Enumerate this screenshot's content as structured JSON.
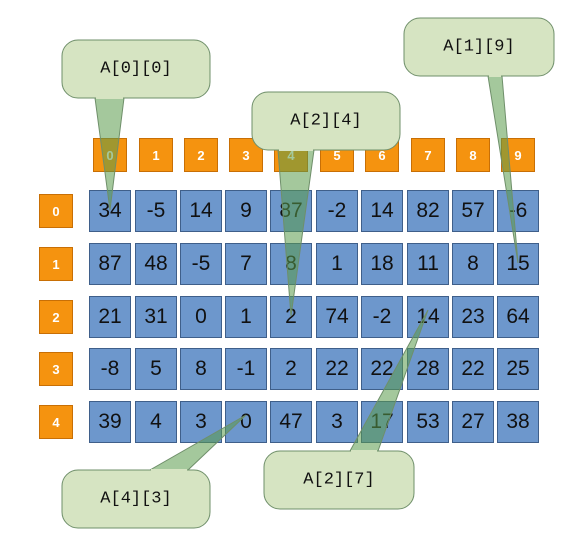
{
  "array": {
    "col_headers": [
      "0",
      "1",
      "2",
      "3",
      "4",
      "5",
      "6",
      "7",
      "8",
      "9"
    ],
    "row_headers": [
      "0",
      "1",
      "2",
      "3",
      "4"
    ],
    "rows": [
      [
        "34",
        "-5",
        "14",
        "9",
        "87",
        "-2",
        "14",
        "82",
        "57",
        "-6"
      ],
      [
        "87",
        "48",
        "-5",
        "7",
        "8",
        "1",
        "18",
        "11",
        "8",
        "15"
      ],
      [
        "21",
        "31",
        "0",
        "1",
        "2",
        "74",
        "-2",
        "14",
        "23",
        "64"
      ],
      [
        "-8",
        "5",
        "8",
        "-1",
        "2",
        "22",
        "22",
        "28",
        "22",
        "25"
      ],
      [
        "39",
        "4",
        "3",
        "0",
        "47",
        "3",
        "17",
        "53",
        "27",
        "38"
      ]
    ]
  },
  "callouts": [
    {
      "label": "A[0][0]",
      "row": 0,
      "col": 0
    },
    {
      "label": "A[2][4]",
      "row": 2,
      "col": 4
    },
    {
      "label": "A[1][9]",
      "row": 1,
      "col": 9
    },
    {
      "label": "A[4][3]",
      "row": 4,
      "col": 3
    },
    {
      "label": "A[2][7]",
      "row": 2,
      "col": 7
    }
  ],
  "colors": {
    "header_fill": "#f5930f",
    "cell_fill": "#6d97cc",
    "callout_fill": "#d6e4c2",
    "callout_stroke": "#6f8f6a",
    "pointer_fill": "#5a9a4a"
  }
}
